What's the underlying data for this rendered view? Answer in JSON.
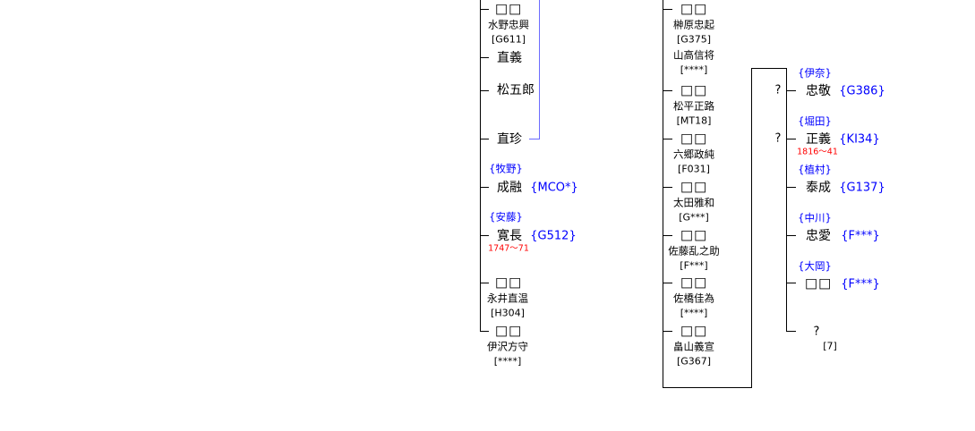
{
  "square": "□□",
  "left": {
    "e1": {
      "name": "□□",
      "sub": "水野忠興",
      "code": "[G611]"
    },
    "e2": {
      "name": "直義"
    },
    "e3": {
      "name": "松五郎"
    },
    "e4": {
      "name": "直珍"
    },
    "e5": {
      "family": "{牧野}",
      "name": "成融",
      "ref": "{MCO*}"
    },
    "e6": {
      "family": "{安藤}",
      "name": "寛長",
      "ref": "{G512}",
      "dates": "1747〜71"
    },
    "e7": {
      "name": "□□",
      "sub": "永井直温",
      "code": "[H304]"
    },
    "e8": {
      "name": "□□",
      "sub": "伊沢方守",
      "code": "[****]"
    }
  },
  "middle": {
    "e1": {
      "name": "□□",
      "sub": "榊原忠起",
      "code": "[G375]",
      "sub2": "山高信将",
      "code2": "[****]"
    },
    "e2": {
      "name": "□□",
      "sub": "松平正路",
      "code": "[MT18]"
    },
    "e3": {
      "name": "□□",
      "sub": "六郷政純",
      "code": "[F031]"
    },
    "e4": {
      "name": "□□",
      "sub": "太田雅和",
      "code": "[G***]"
    },
    "e5": {
      "name": "□□",
      "sub": "佐藤乱之助",
      "code": "[F***]"
    },
    "e6": {
      "name": "□□",
      "sub": "佐橋佳為",
      "code": "[****]"
    },
    "e7": {
      "name": "□□",
      "sub": "畠山義宣",
      "code": "[G367]"
    }
  },
  "right": {
    "e1": {
      "mark": "?",
      "family": "{伊奈}",
      "name": "忠敬",
      "ref": "{G386}"
    },
    "e2": {
      "mark": "?",
      "family": "{堀田}",
      "name": "正義",
      "ref": "{KI34}",
      "dates": "1816〜41"
    },
    "e3": {
      "family": "{植村}",
      "name": "泰成",
      "ref": "{G137}"
    },
    "e4": {
      "family": "{中川}",
      "name": "忠愛",
      "ref": "{F***}"
    },
    "e5": {
      "family": "{大岡}",
      "name": "□□",
      "ref": "{F***}"
    },
    "e6": {
      "name": "?",
      "code": "[7]"
    }
  }
}
